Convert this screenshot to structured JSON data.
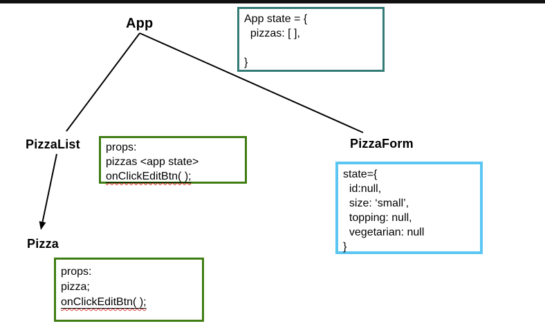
{
  "diagram": {
    "kind": "react-component-tree",
    "colors": {
      "teal_border": "#337b76",
      "green_border": "#3e7d12",
      "blue_border": "#5bc6f2",
      "edge_line": "#000000",
      "spellcheck_underline": "#e0342f",
      "top_bar": "#111111"
    },
    "nodes": {
      "app": {
        "label": "App"
      },
      "pizza_list": {
        "label": "PizzaList"
      },
      "pizza_form": {
        "label": "PizzaForm"
      },
      "pizza": {
        "label": "Pizza"
      }
    },
    "edges": [
      {
        "from": "App",
        "to": "PizzaList",
        "arrow": false
      },
      {
        "from": "App",
        "to": "PizzaForm",
        "arrow": false
      },
      {
        "from": "PizzaList",
        "to": "Pizza",
        "arrow": true
      }
    ],
    "boxes": {
      "app_state": {
        "border_color": "#337b76",
        "lines": [
          "App state = {",
          "  pizzas: [ ],",
          "",
          "}"
        ]
      },
      "pizza_list_props": {
        "border_color": "#3e7d12",
        "lines": [
          "props:",
          "pizzas <app state>"
        ],
        "underlined_line": "onClickEditBtn( );"
      },
      "pizza_form_state": {
        "border_color": "#5bc6f2",
        "lines": [
          "state={",
          "  id:null,",
          "  size: ‘small’,",
          "  topping: null,",
          "  vegetarian: null",
          "}"
        ]
      },
      "pizza_props": {
        "border_color": "#3e7d12",
        "lines": [
          "props:",
          "pizza;"
        ],
        "underlined_line": "onClickEditBtn( );"
      }
    }
  }
}
